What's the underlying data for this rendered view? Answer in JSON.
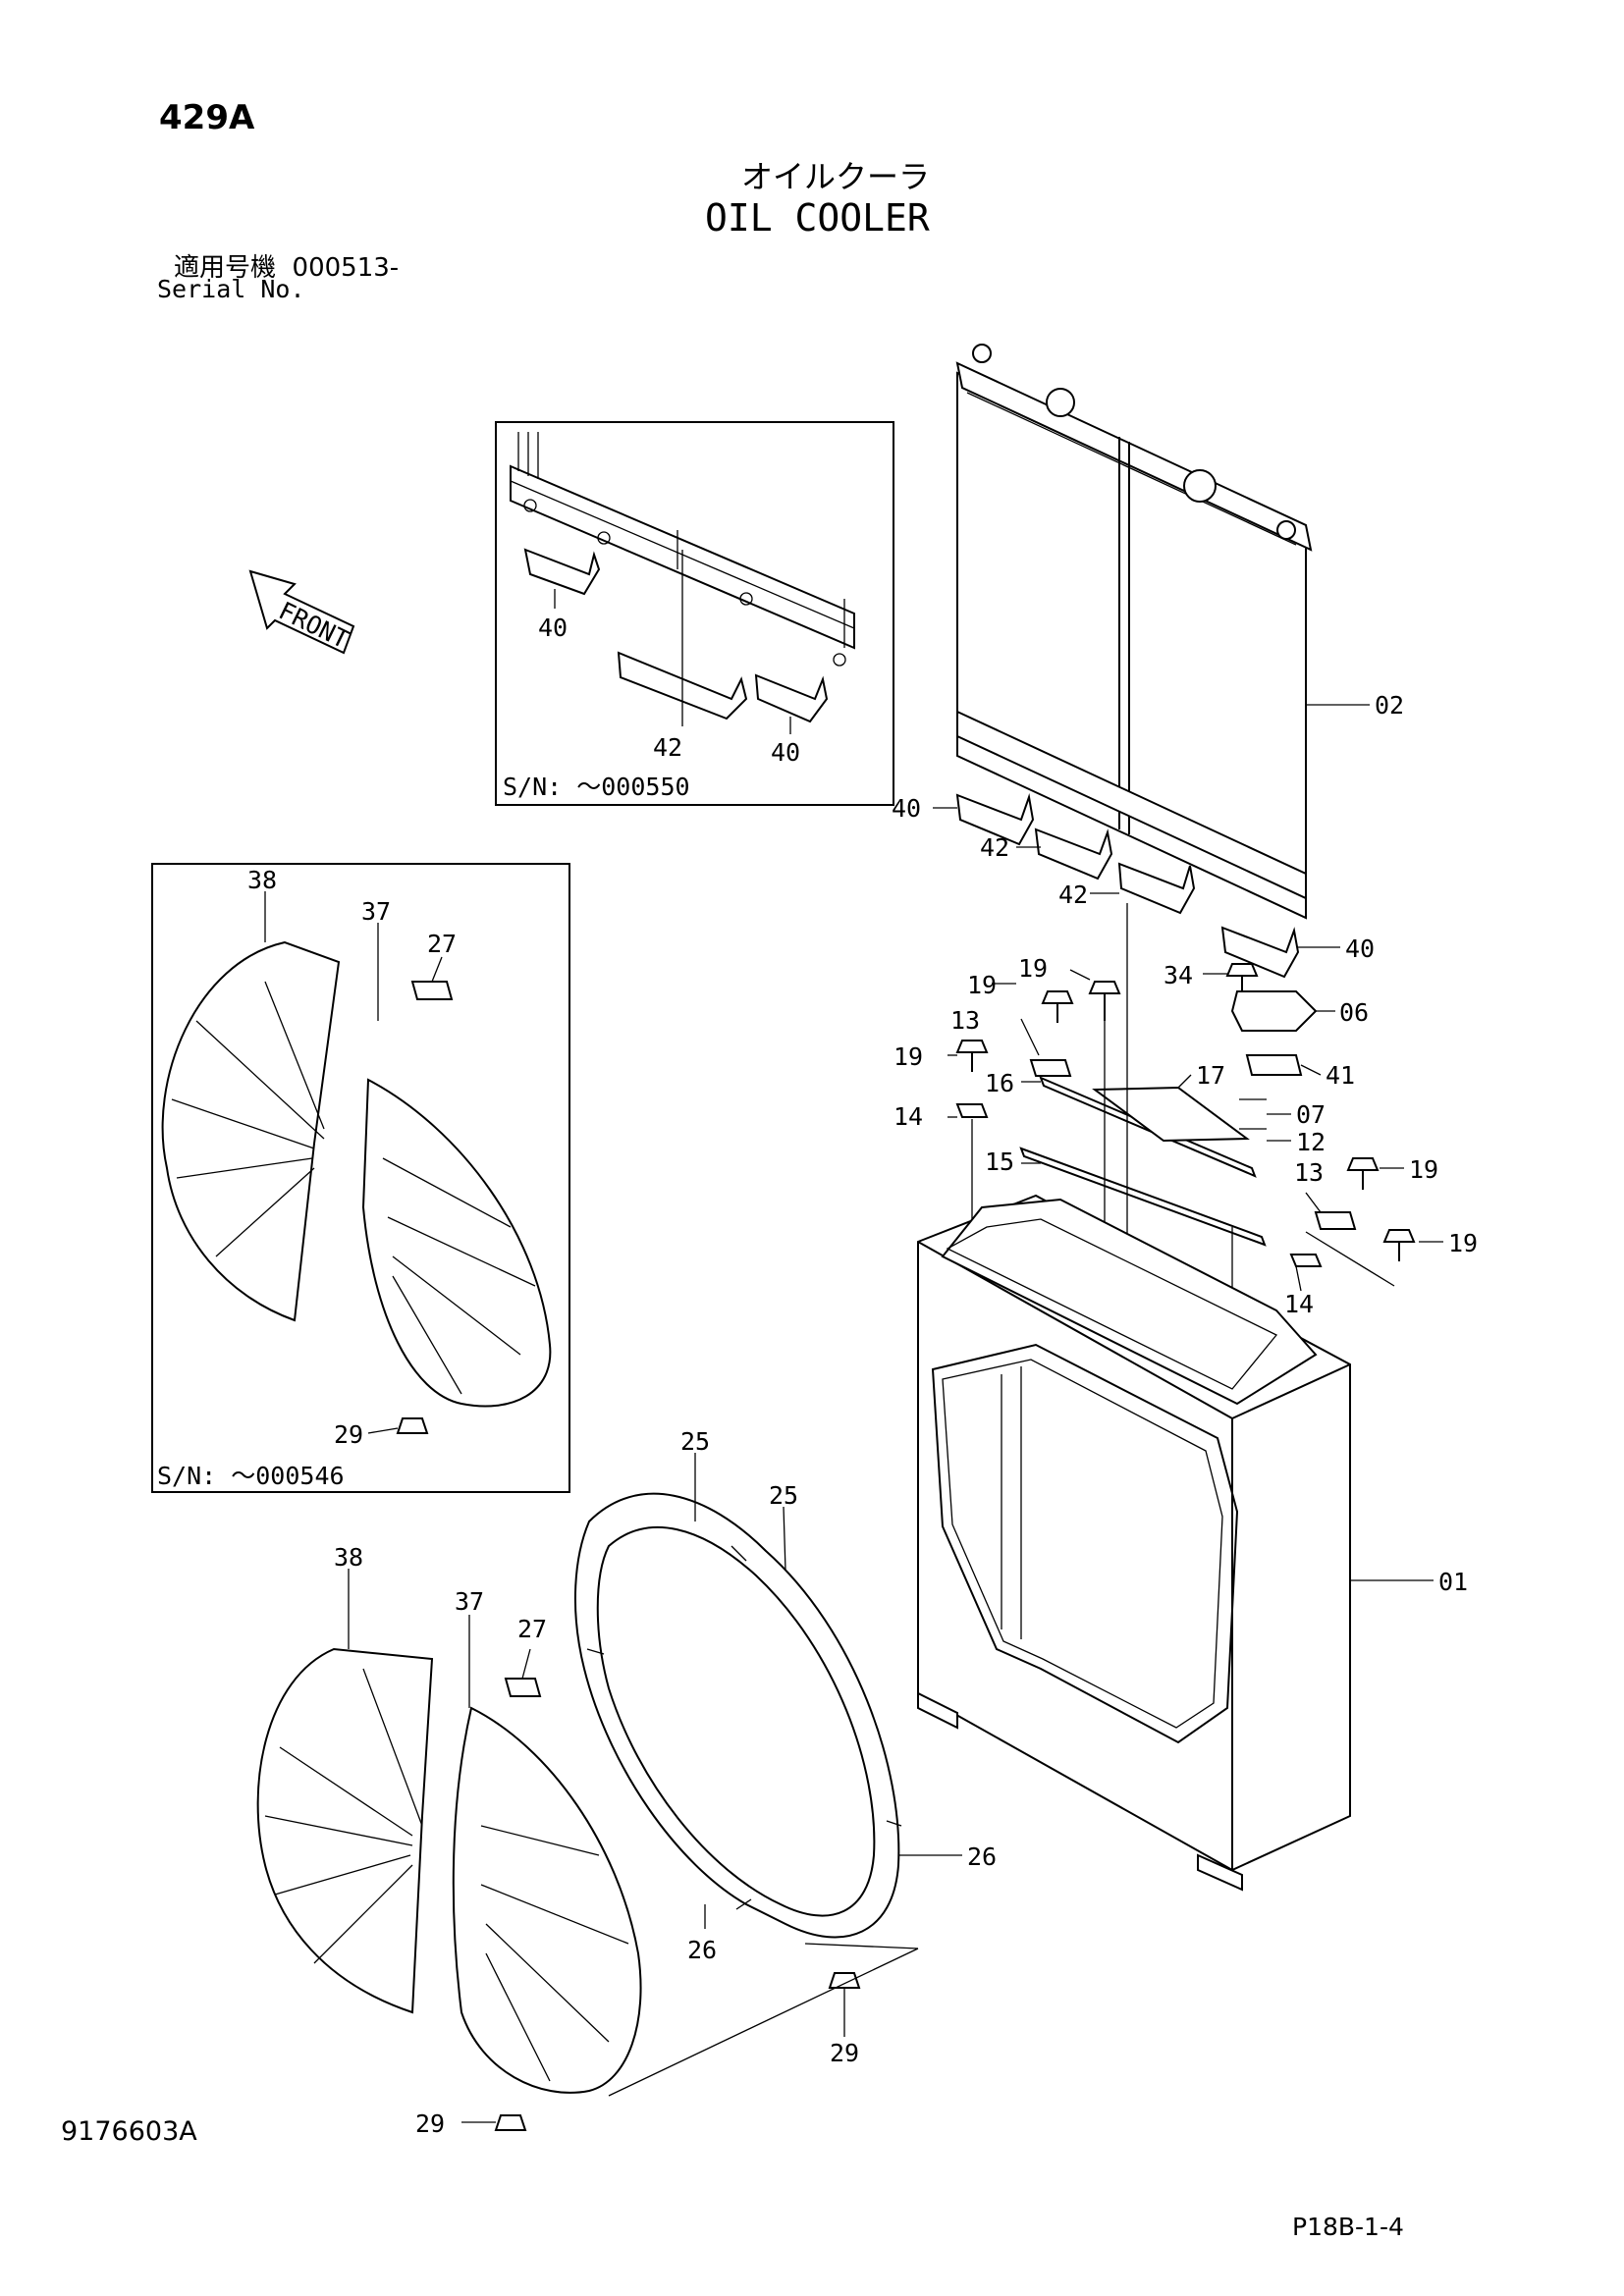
{
  "header": {
    "page_code": "429A",
    "title_ja": "オイルクーラ",
    "title_en": "OIL COOLER",
    "serial_label_ja": "適用号機",
    "serial_value": "000513-",
    "serial_label_en": "Serial No."
  },
  "insets": {
    "top": {
      "note": "S/N:  ～000550"
    },
    "left": {
      "note": "S/N:  ～000546"
    }
  },
  "front_label": "FRONT",
  "callouts": {
    "c02": "02",
    "c01": "01",
    "c06": "06",
    "c41": "41",
    "c07": "07",
    "c12": "12",
    "c34": "34",
    "c17": "17",
    "c16": "16",
    "c15": "15",
    "c13a": "13",
    "c13b": "13",
    "c14a": "14",
    "c14b": "14",
    "c19a": "19",
    "c19b": "19",
    "c19c": "19",
    "c19d": "19",
    "c19e": "19",
    "c40a": "40",
    "c40b": "40",
    "c42a": "42",
    "c42b": "42",
    "c40i1": "40",
    "c42i": "42",
    "c40i2": "40",
    "c38i": "38",
    "c37i": "37",
    "c27i": "27",
    "c29i": "29",
    "c25a": "25",
    "c25b": "25",
    "c26a": "26",
    "c26b": "26",
    "c38": "38",
    "c37": "37",
    "c27": "27",
    "c29a": "29",
    "c29b": "29"
  },
  "footer": {
    "doc_id": "9176603A",
    "page_ref": "P18B-1-4"
  }
}
